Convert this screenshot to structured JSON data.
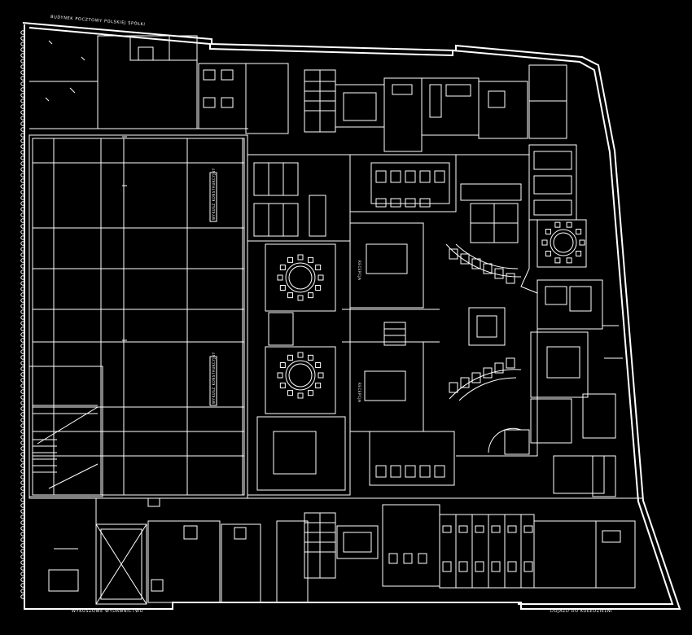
{
  "drawing": {
    "background": "#000000",
    "line_color": "#ffffff",
    "labels": {
      "top_edge": "BUDYNEK POCZTOWY POLSKIEJ SPÓŁKI",
      "bottom_left": "WYKUSZOWE WYDAWNICTWO",
      "bottom_right": "DOJAZD DO KOŁEDZIELNI",
      "col_label_upper": "WYKUSZ KONSTRUKCYJNY",
      "col_label_lower": "WYKUSZ KONSTRUKCYJNY",
      "cafe_upper": "RECEPCJA",
      "cafe_lower": "RECEPCJA"
    }
  }
}
